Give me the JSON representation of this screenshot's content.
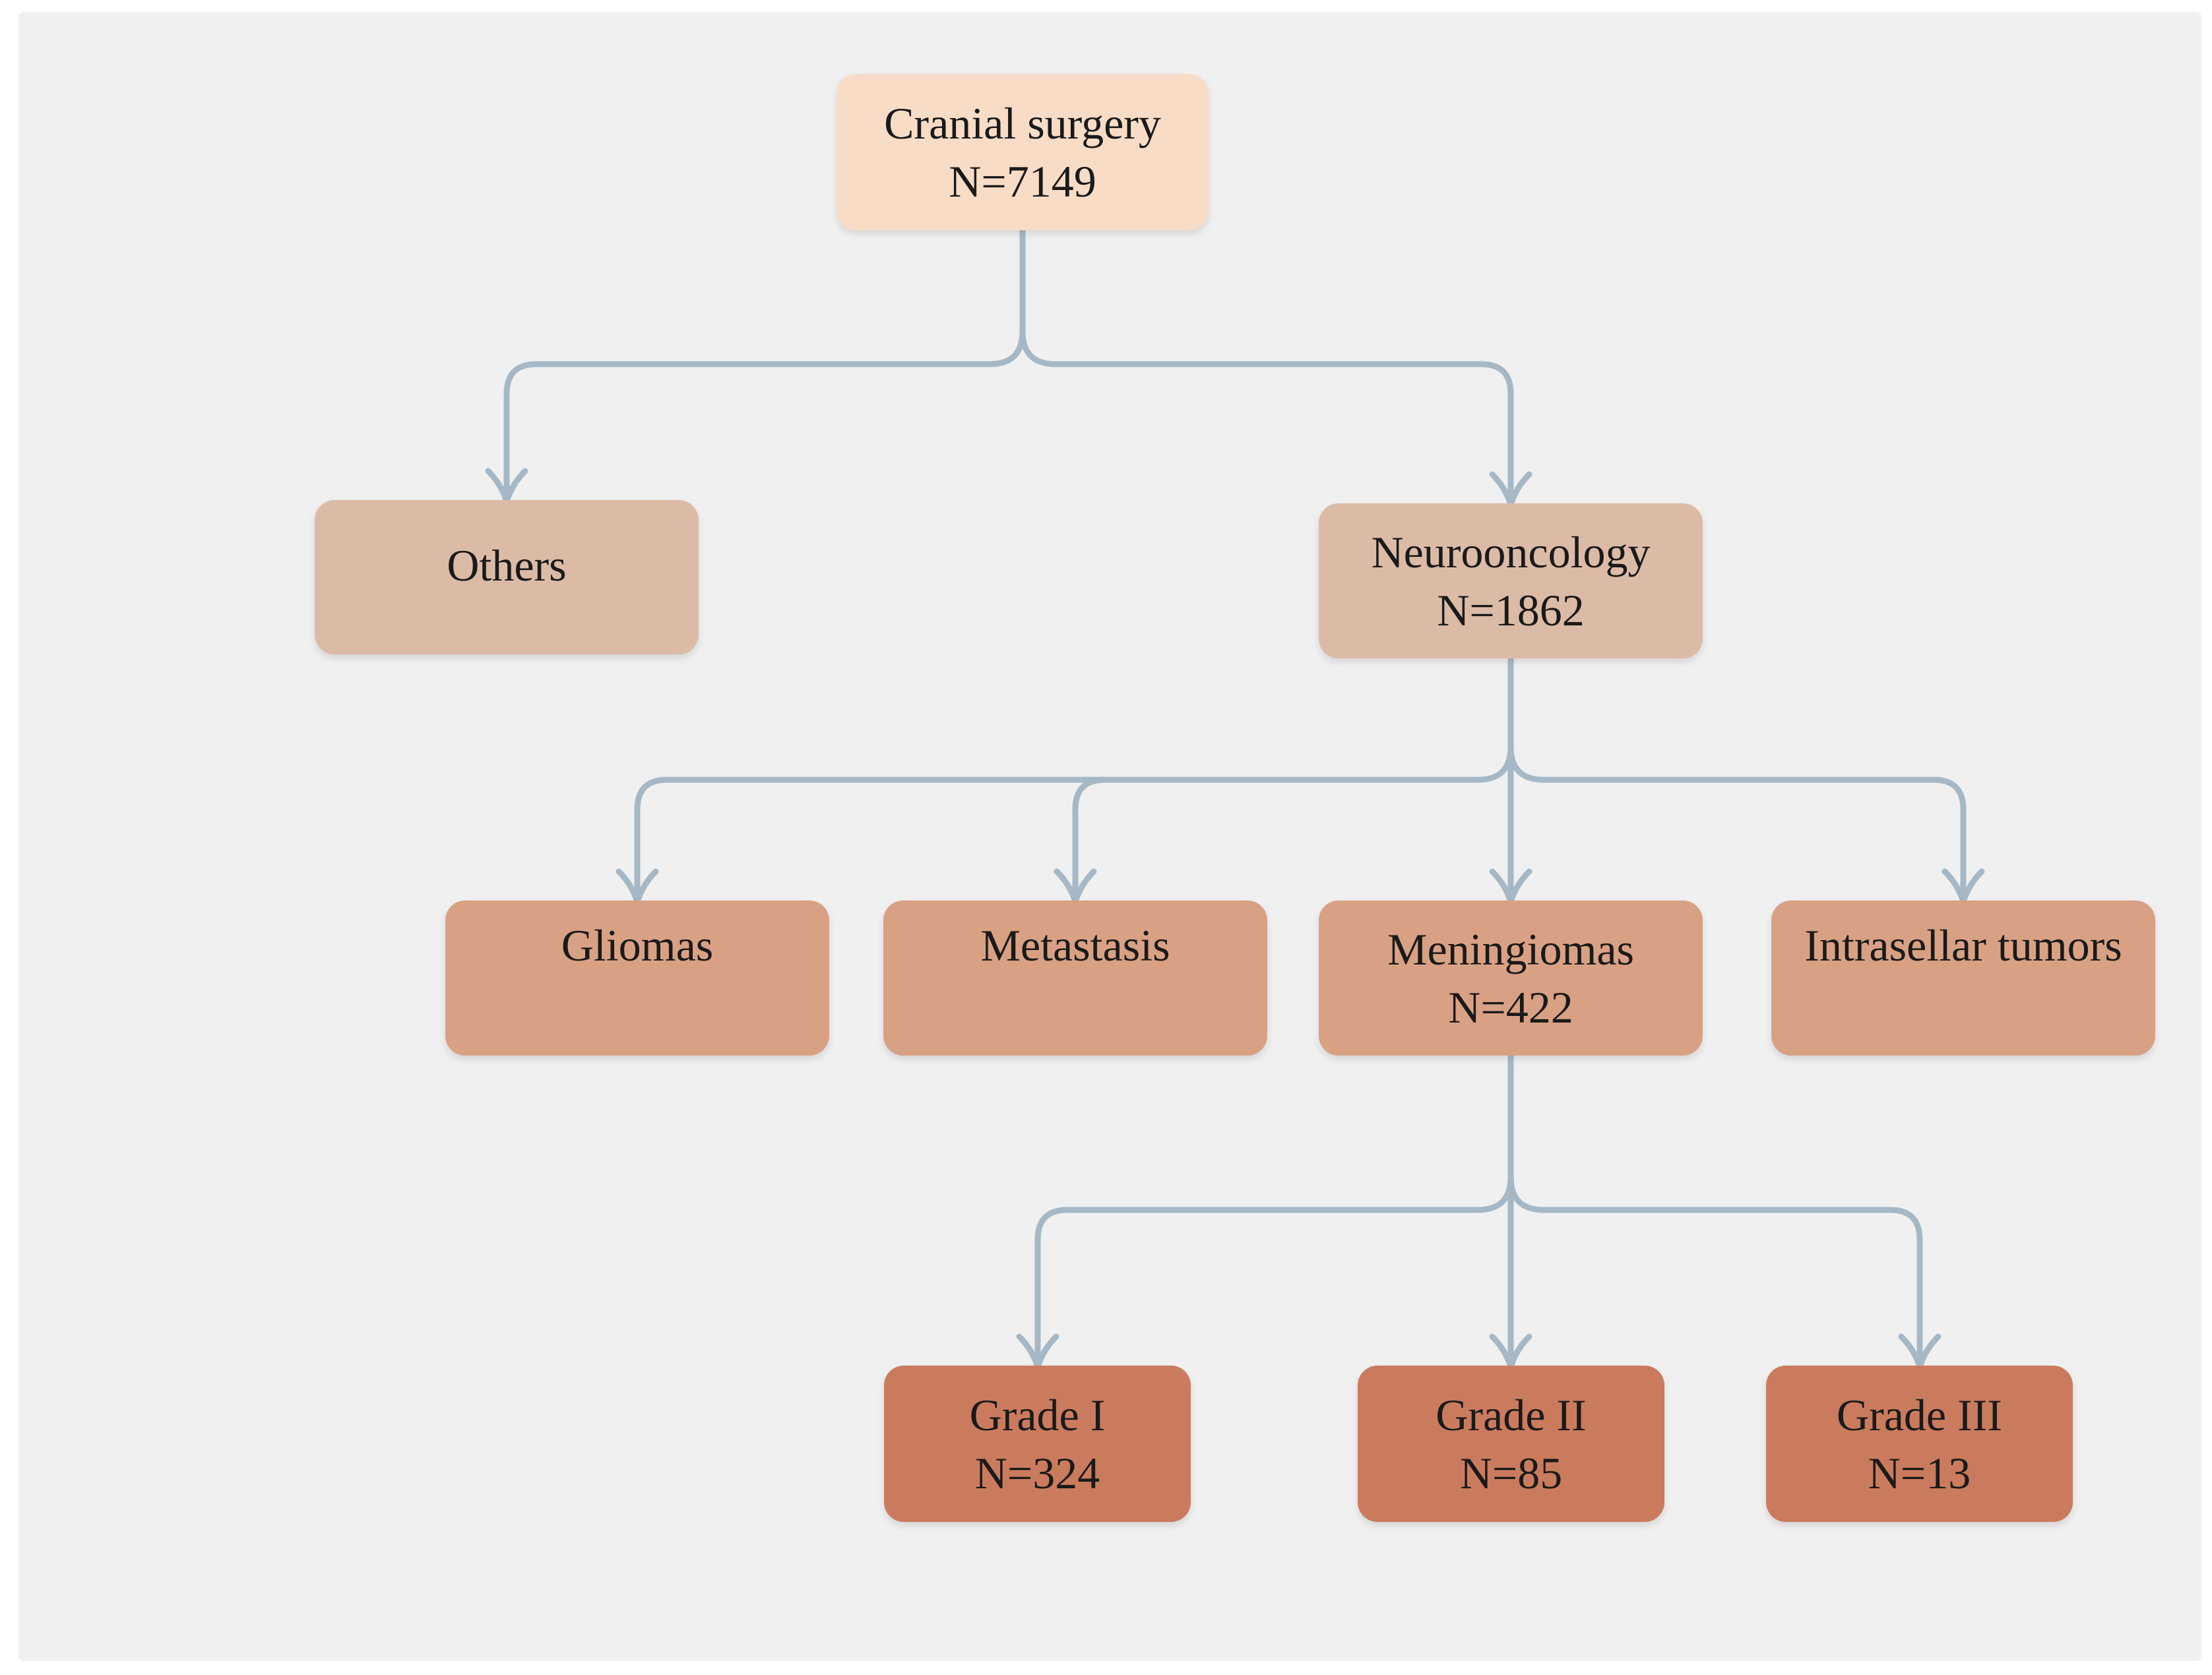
{
  "figure_type": "patient-flow-diagram",
  "nodes": {
    "cranial": {
      "label": "Cranial surgery",
      "sublabel": "N=7149"
    },
    "others": {
      "label": "Others",
      "sublabel": ""
    },
    "neuro": {
      "label": "Neurooncology",
      "sublabel": "N=1862"
    },
    "gliomas": {
      "label": "Gliomas",
      "sublabel": ""
    },
    "metastasis": {
      "label": "Metastasis",
      "sublabel": ""
    },
    "meningiomas": {
      "label": "Meningiomas",
      "sublabel": "N=422"
    },
    "intrasellar": {
      "label": "Intrasellar tumors",
      "sublabel": ""
    },
    "grade1": {
      "label": "Grade I",
      "sublabel": "N=324"
    },
    "grade2": {
      "label": "Grade II",
      "sublabel": "N=85"
    },
    "grade3": {
      "label": "Grade III",
      "sublabel": "N=13"
    }
  },
  "edges": [
    {
      "from": "cranial",
      "to": "others"
    },
    {
      "from": "cranial",
      "to": "neuro"
    },
    {
      "from": "neuro",
      "to": "gliomas"
    },
    {
      "from": "neuro",
      "to": "metastasis"
    },
    {
      "from": "neuro",
      "to": "meningiomas"
    },
    {
      "from": "neuro",
      "to": "intrasellar"
    },
    {
      "from": "meningiomas",
      "to": "grade1"
    },
    {
      "from": "meningiomas",
      "to": "grade2"
    },
    {
      "from": "meningiomas",
      "to": "grade3"
    }
  ],
  "palette": {
    "page_background": "#ffffff",
    "panel_background": "#f0f0f1",
    "tier1_box": "#f9dcc6",
    "tier2_box": "#dcbba6",
    "tier3_box": "#d9a183",
    "tier4_box": "#cb7b5d",
    "connector": "#a6b8c5",
    "text": "#1a1a1a"
  }
}
